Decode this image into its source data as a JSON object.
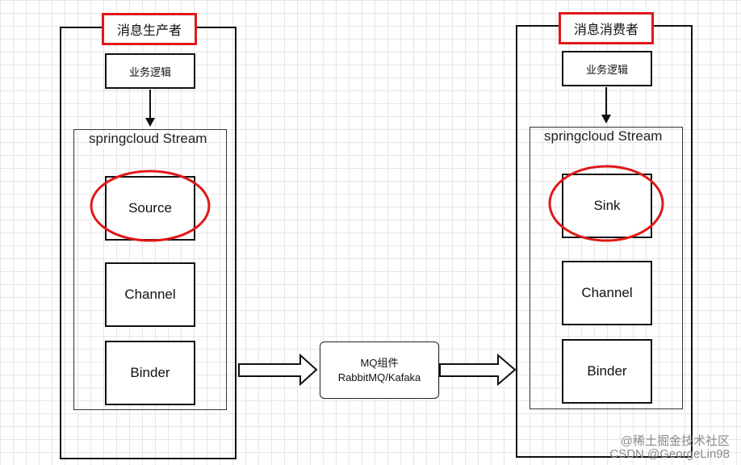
{
  "producer": {
    "title": "消息生产者",
    "business_logic": "业务逻辑",
    "stream_label": "springcloud Stream",
    "source": "Source",
    "channel": "Channel",
    "binder": "Binder"
  },
  "consumer": {
    "title": "消息消费者",
    "business_logic": "业务逻辑",
    "stream_label": "springcloud Stream",
    "sink": "Sink",
    "channel": "Channel",
    "binder": "Binder"
  },
  "middleware": {
    "line1": "MQ组件",
    "line2": "RabbitMQ/Kafaka"
  },
  "watermark": {
    "line1": "@稀土掘金技术社区",
    "line2": "CSDN @GeorgeLin98"
  },
  "colors": {
    "highlight": "#e01818",
    "stroke": "#111111"
  }
}
